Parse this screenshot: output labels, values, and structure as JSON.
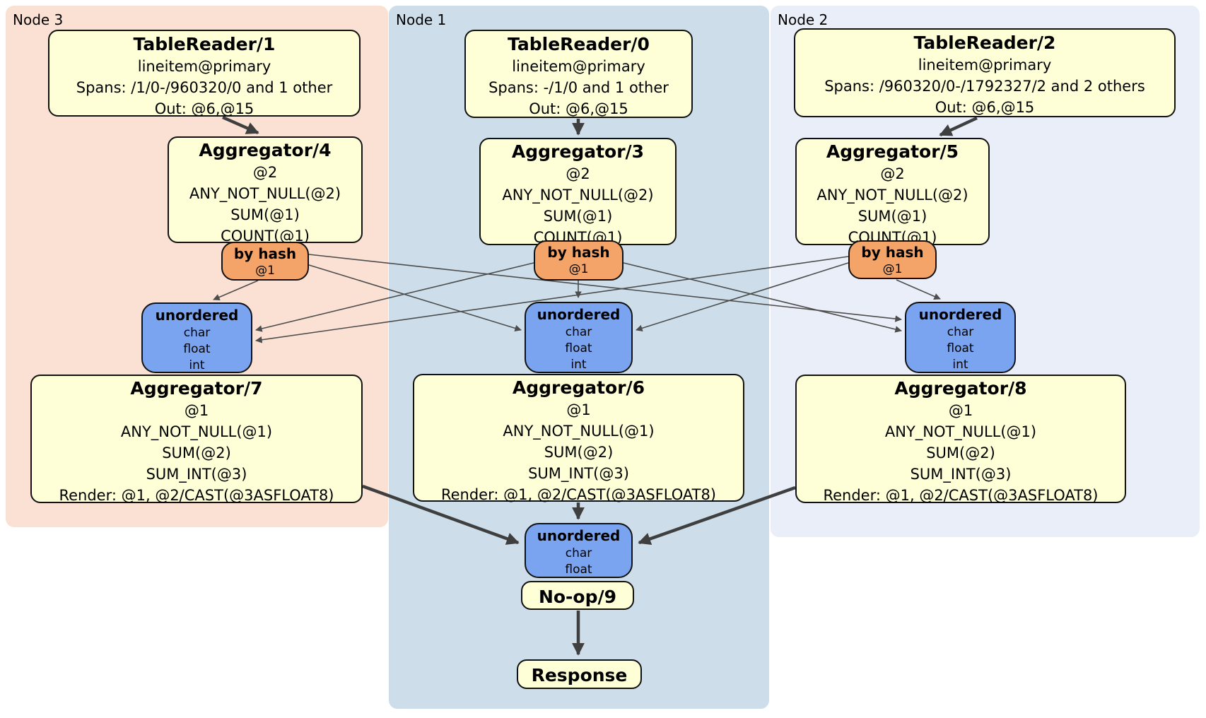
{
  "panels": {
    "node3": {
      "label": "Node 3"
    },
    "node1": {
      "label": "Node 1"
    },
    "node2": {
      "label": "Node 2"
    }
  },
  "boxes": {
    "tablereader1": {
      "title": "TableReader/1",
      "lines": [
        "lineitem@primary",
        "Spans: /1/0-/960320/0 and 1 other",
        "Out: @6,@15"
      ]
    },
    "tablereader0": {
      "title": "TableReader/0",
      "lines": [
        "lineitem@primary",
        "Spans: -/1/0 and 1 other",
        "Out: @6,@15"
      ]
    },
    "tablereader2": {
      "title": "TableReader/2",
      "lines": [
        "lineitem@primary",
        "Spans: /960320/0-/1792327/2 and 2 others",
        "Out: @6,@15"
      ]
    },
    "aggregator4": {
      "title": "Aggregator/4",
      "lines": [
        "@2",
        "ANY_NOT_NULL(@2)",
        "SUM(@1)",
        "COUNT(@1)"
      ]
    },
    "aggregator3": {
      "title": "Aggregator/3",
      "lines": [
        "@2",
        "ANY_NOT_NULL(@2)",
        "SUM(@1)",
        "COUNT(@1)"
      ]
    },
    "aggregator5": {
      "title": "Aggregator/5",
      "lines": [
        "@2",
        "ANY_NOT_NULL(@2)",
        "SUM(@1)",
        "COUNT(@1)"
      ]
    },
    "aggregator7": {
      "title": "Aggregator/7",
      "lines": [
        "@1",
        "ANY_NOT_NULL(@1)",
        "SUM(@2)",
        "SUM_INT(@3)",
        "Render: @1, @2/CAST(@3ASFLOAT8)"
      ]
    },
    "aggregator6": {
      "title": "Aggregator/6",
      "lines": [
        "@1",
        "ANY_NOT_NULL(@1)",
        "SUM(@2)",
        "SUM_INT(@3)",
        "Render: @1, @2/CAST(@3ASFLOAT8)"
      ]
    },
    "aggregator8": {
      "title": "Aggregator/8",
      "lines": [
        "@1",
        "ANY_NOT_NULL(@1)",
        "SUM(@2)",
        "SUM_INT(@3)",
        "Render: @1, @2/CAST(@3ASFLOAT8)"
      ]
    },
    "noop": {
      "title": "No-op/9"
    },
    "response": {
      "title": "Response"
    }
  },
  "routers": {
    "byhash_node3": {
      "title": "by hash",
      "detail": "@1"
    },
    "byhash_node1": {
      "title": "by hash",
      "detail": "@1"
    },
    "byhash_node2": {
      "title": "by hash",
      "detail": "@1"
    }
  },
  "syncs": {
    "unordered_node3": {
      "title": "unordered",
      "lines": [
        "char",
        "float",
        "int"
      ]
    },
    "unordered_node1": {
      "title": "unordered",
      "lines": [
        "char",
        "float",
        "int"
      ]
    },
    "unordered_node2": {
      "title": "unordered",
      "lines": [
        "char",
        "float",
        "int"
      ]
    },
    "unordered_final": {
      "title": "unordered",
      "lines": [
        "char",
        "float"
      ]
    }
  },
  "colors": {
    "panel-node3": "#fbe1d3",
    "panel-node1": "#cddeea",
    "panel-node2": "#eaeef8",
    "box-fill": "#ffffd7",
    "router-fill": "#f4a469",
    "sync-fill": "#7aa4f0",
    "edge": "#4d4d4d",
    "edge-thick": "#3f3f3f"
  }
}
